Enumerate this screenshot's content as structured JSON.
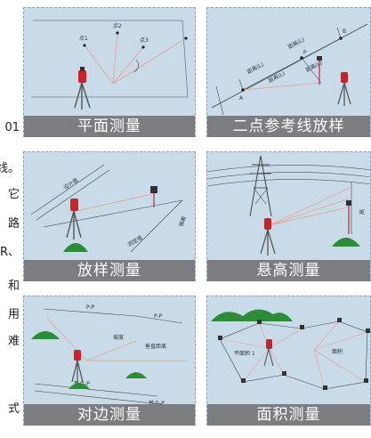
{
  "side_text": [
    "01",
    "线。",
    "它",
    "路",
    "R、",
    "和",
    "用",
    "难",
    "式"
  ],
  "panels": [
    {
      "caption": "平面测量",
      "labels": {
        "p1": "点1",
        "p2": "点2",
        "p3": "点3"
      }
    },
    {
      "caption": "二点参考线放样",
      "labels": {
        "a": "A",
        "b": "B",
        "p": "P",
        "dist1": "距离(L)",
        "dist2": "距离(L)",
        "dist3": "距离(L)",
        "dist4": "距离(L)"
      }
    },
    {
      "caption": "放样测量",
      "labels": {
        "design": "设计值",
        "deviation": "偏差",
        "measured": "测定值"
      }
    },
    {
      "caption": "悬高测量",
      "labels": {
        "height": "高"
      }
    },
    {
      "caption": "对边测量",
      "labels": {
        "pp1": "P-P",
        "pp2": "P-P",
        "slope": "坡度",
        "vdist": "垂直距离",
        "base1": "基点-P",
        "base2": "基点-P"
      }
    },
    {
      "caption": "面积测量",
      "labels": {
        "area1": "平面积 1",
        "area2": "面积"
      }
    }
  ]
}
